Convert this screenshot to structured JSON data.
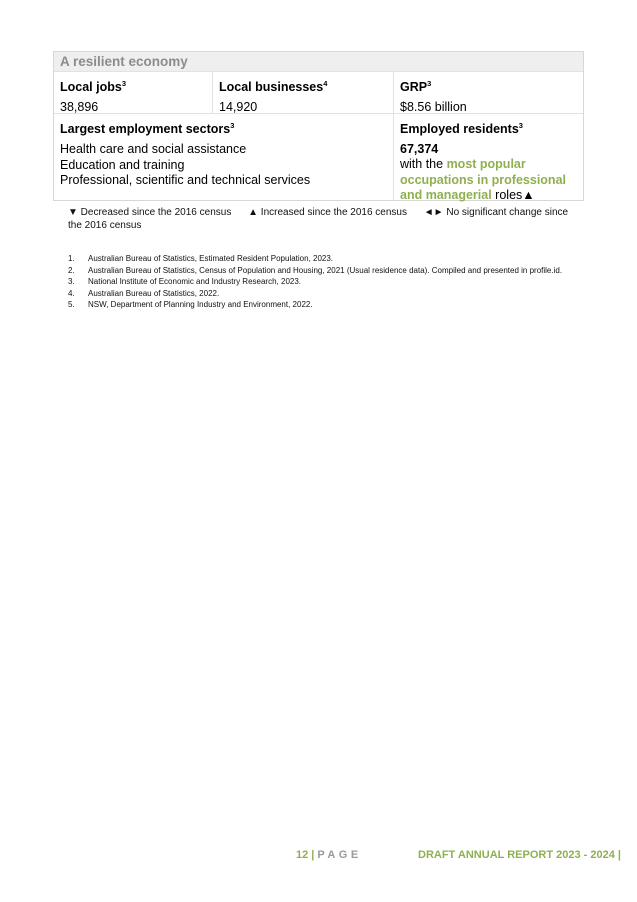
{
  "panel": {
    "title": "A resilient economy",
    "local_jobs": {
      "label": "Local jobs",
      "sup": "3",
      "value": "38,896"
    },
    "local_businesses": {
      "label": "Local businesses",
      "sup": "4",
      "value": "14,920"
    },
    "grp": {
      "label": "GRP",
      "sup": "3",
      "value": "$8.56 billion"
    },
    "sectors": {
      "label": "Largest employment sectors",
      "sup": "3",
      "items": [
        "Health care and social assistance",
        "Education and training",
        "Professional, scientific and technical services"
      ]
    },
    "employed": {
      "label": "Employed residents",
      "sup": "3",
      "value": "67,374",
      "desc_prefix": "with the ",
      "desc_highlight": "most popular occupations in professional and managerial",
      "desc_suffix": " roles",
      "trend": "▲"
    }
  },
  "legend": {
    "decreased": "▼ Decreased since the 2016 census",
    "increased": "▲ Increased since the 2016 census",
    "no_change": "◄► No significant change since the 2016 census"
  },
  "footnotes": [
    {
      "num": "1.",
      "text": "Australian Bureau of Statistics, Estimated Resident Population, 2023."
    },
    {
      "num": "2.",
      "text": "Australian Bureau of Statistics, Census of Population and Housing, 2021 (Usual residence data). Compiled and presented in profile.id."
    },
    {
      "num": "3.",
      "text": "National Institute of Economic and Industry Research, 2023."
    },
    {
      "num": "4.",
      "text": "Australian Bureau of Statistics, 2022."
    },
    {
      "num": "5.",
      "text": "NSW, Department of Planning Industry and Environment, 2022."
    }
  ],
  "footer": {
    "page_number": "12",
    "separator": "|",
    "page_word": "PAGE",
    "report_title": "DRAFT ANNUAL REPORT 2023 - 2024 |"
  }
}
